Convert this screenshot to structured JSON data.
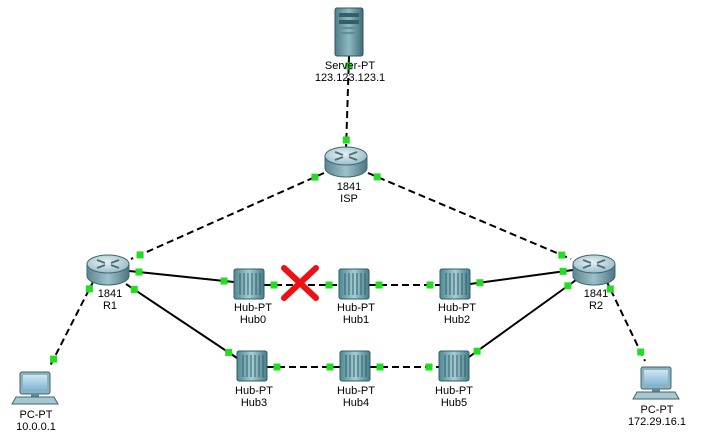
{
  "colors": {
    "link_port": "#22dd22",
    "link_line": "#000000",
    "failure_mark": "#ee1111"
  },
  "devices": [
    {
      "id": "server",
      "icon": "server-icon",
      "model": "Server-PT",
      "name": "123.123.123.1"
    },
    {
      "id": "isp",
      "icon": "router-icon",
      "model": "1841",
      "name": "ISP"
    },
    {
      "id": "r1",
      "icon": "router-icon",
      "model": "1841",
      "name": "R1"
    },
    {
      "id": "r2",
      "icon": "router-icon",
      "model": "1841",
      "name": "R2"
    },
    {
      "id": "hub0",
      "icon": "hub-icon",
      "model": "Hub-PT",
      "name": "Hub0"
    },
    {
      "id": "hub1",
      "icon": "hub-icon",
      "model": "Hub-PT",
      "name": "Hub1"
    },
    {
      "id": "hub2",
      "icon": "hub-icon",
      "model": "Hub-PT",
      "name": "Hub2"
    },
    {
      "id": "hub3",
      "icon": "hub-icon",
      "model": "Hub-PT",
      "name": "Hub3"
    },
    {
      "id": "hub4",
      "icon": "hub-icon",
      "model": "Hub-PT",
      "name": "Hub4"
    },
    {
      "id": "hub5",
      "icon": "hub-icon",
      "model": "Hub-PT",
      "name": "Hub5"
    },
    {
      "id": "pc1",
      "icon": "pc-icon",
      "model": "PC-PT",
      "name": "10.0.0.1"
    },
    {
      "id": "pc2",
      "icon": "pc-icon",
      "model": "PC-PT",
      "name": "172.29.16.1"
    }
  ],
  "links": [
    {
      "from": "server",
      "to": "isp",
      "style": "dashed"
    },
    {
      "from": "isp",
      "to": "r1",
      "style": "dashed"
    },
    {
      "from": "isp",
      "to": "r2",
      "style": "dashed"
    },
    {
      "from": "r1",
      "to": "pc1",
      "style": "dashed"
    },
    {
      "from": "r2",
      "to": "pc2",
      "style": "dashed"
    },
    {
      "from": "r1",
      "to": "hub0",
      "style": "solid"
    },
    {
      "from": "r1",
      "to": "hub3",
      "style": "solid"
    },
    {
      "from": "hub0",
      "to": "hub1",
      "style": "dashed",
      "failed": true
    },
    {
      "from": "hub1",
      "to": "hub2",
      "style": "dashed"
    },
    {
      "from": "hub2",
      "to": "r2",
      "style": "solid"
    },
    {
      "from": "hub3",
      "to": "hub4",
      "style": "dashed"
    },
    {
      "from": "hub4",
      "to": "hub5",
      "style": "dashed"
    },
    {
      "from": "hub5",
      "to": "r2",
      "style": "solid"
    }
  ]
}
